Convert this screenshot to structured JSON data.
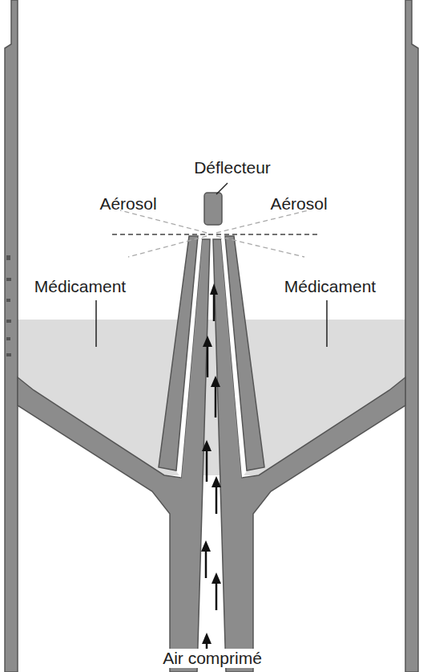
{
  "diagram": {
    "labels": [
      "Déflecteur",
      "Aérosol",
      "Aérosol",
      "Médicament",
      "Médicament",
      "Air comprimé"
    ]
  }
}
